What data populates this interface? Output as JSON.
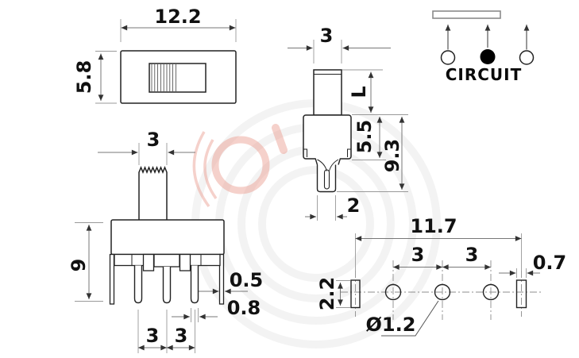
{
  "drawing_type": "slide-switch-dimensional-drawing",
  "views": {
    "top": {
      "width": "12.2",
      "height": "5.8"
    },
    "front": {
      "knob_width": "3",
      "height": "9",
      "tab_thickness": "0.5",
      "pin_width": "0.8",
      "pitch_left": "3",
      "pitch_right": "3"
    },
    "side": {
      "knob_width": "3",
      "knob_length": "L",
      "body_height": "5.5",
      "total_height": "9.3",
      "pin_width": "2"
    },
    "circuit": {
      "label": "CIRCUIT"
    },
    "pcb": {
      "total_span": "11.7",
      "pitch_left": "3",
      "pitch_right": "3",
      "slot_width": "0.7",
      "slot_height": "2.2",
      "hole_diameter": "Ø1.2"
    }
  },
  "colors": {
    "outline": "#222222",
    "dimension_line": "#777777",
    "arrow": "#333333",
    "text": "#111111",
    "contact_filled": "#000000",
    "contact_open": "#ffffff",
    "watermark_pink": "#eb9a8d",
    "background": "#ffffff"
  }
}
